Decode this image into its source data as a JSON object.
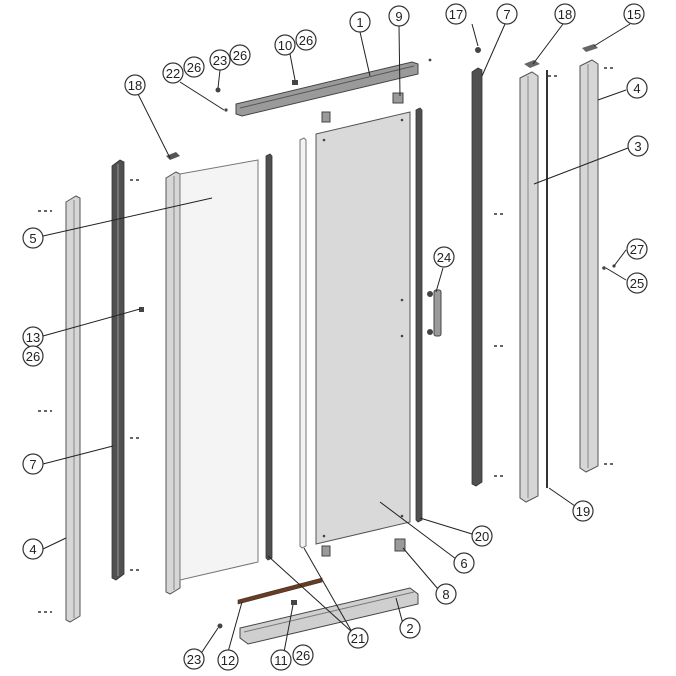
{
  "diagram": {
    "callouts": [
      {
        "id": "c1",
        "label": "1"
      },
      {
        "id": "c9",
        "label": "9"
      },
      {
        "id": "c10",
        "label": "10"
      },
      {
        "id": "c26a",
        "label": "26"
      },
      {
        "id": "c23a",
        "label": "23"
      },
      {
        "id": "c26b",
        "label": "26"
      },
      {
        "id": "c22",
        "label": "22"
      },
      {
        "id": "c26c",
        "label": "26"
      },
      {
        "id": "c18a",
        "label": "18"
      },
      {
        "id": "c17",
        "label": "17"
      },
      {
        "id": "c7a",
        "label": "7"
      },
      {
        "id": "c18b",
        "label": "18"
      },
      {
        "id": "c15",
        "label": "15"
      },
      {
        "id": "c4a",
        "label": "4"
      },
      {
        "id": "c3",
        "label": "3"
      },
      {
        "id": "c5",
        "label": "5"
      },
      {
        "id": "c27",
        "label": "27"
      },
      {
        "id": "c25",
        "label": "25"
      },
      {
        "id": "c24",
        "label": "24"
      },
      {
        "id": "c13",
        "label": "13"
      },
      {
        "id": "c26d",
        "label": "26"
      },
      {
        "id": "c7b",
        "label": "7"
      },
      {
        "id": "c19",
        "label": "19"
      },
      {
        "id": "c20",
        "label": "20"
      },
      {
        "id": "c6",
        "label": "6"
      },
      {
        "id": "c4b",
        "label": "4"
      },
      {
        "id": "c8",
        "label": "8"
      },
      {
        "id": "c21",
        "label": "21"
      },
      {
        "id": "c2",
        "label": "2"
      },
      {
        "id": "c23b",
        "label": "23"
      },
      {
        "id": "c12",
        "label": "12"
      },
      {
        "id": "c11",
        "label": "11"
      },
      {
        "id": "c26e",
        "label": "26"
      }
    ]
  }
}
